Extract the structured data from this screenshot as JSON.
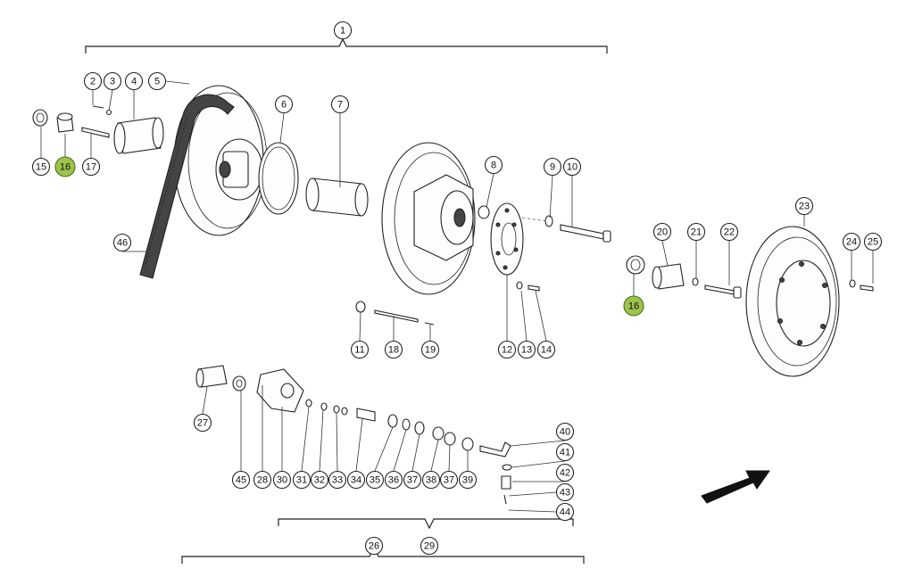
{
  "diagram": {
    "highlight_color": "#9cc44a",
    "callouts": [
      {
        "id": "c1",
        "label": "1",
        "highlight": false
      },
      {
        "id": "c2",
        "label": "2",
        "highlight": false
      },
      {
        "id": "c3",
        "label": "3",
        "highlight": false
      },
      {
        "id": "c4",
        "label": "4",
        "highlight": false
      },
      {
        "id": "c5",
        "label": "5",
        "highlight": false
      },
      {
        "id": "c6",
        "label": "6",
        "highlight": false
      },
      {
        "id": "c7",
        "label": "7",
        "highlight": false
      },
      {
        "id": "c8",
        "label": "8",
        "highlight": false
      },
      {
        "id": "c9",
        "label": "9",
        "highlight": false
      },
      {
        "id": "c10",
        "label": "10",
        "highlight": false
      },
      {
        "id": "c11",
        "label": "11",
        "highlight": false
      },
      {
        "id": "c12",
        "label": "12",
        "highlight": false
      },
      {
        "id": "c13",
        "label": "13",
        "highlight": false
      },
      {
        "id": "c14",
        "label": "14",
        "highlight": false
      },
      {
        "id": "c15",
        "label": "15",
        "highlight": false
      },
      {
        "id": "c16a",
        "label": "16",
        "highlight": true
      },
      {
        "id": "c16b",
        "label": "16",
        "highlight": true
      },
      {
        "id": "c17",
        "label": "17",
        "highlight": false
      },
      {
        "id": "c18",
        "label": "18",
        "highlight": false
      },
      {
        "id": "c19",
        "label": "19",
        "highlight": false
      },
      {
        "id": "c20",
        "label": "20",
        "highlight": false
      },
      {
        "id": "c21",
        "label": "21",
        "highlight": false
      },
      {
        "id": "c22",
        "label": "22",
        "highlight": false
      },
      {
        "id": "c23",
        "label": "23",
        "highlight": false
      },
      {
        "id": "c24",
        "label": "24",
        "highlight": false
      },
      {
        "id": "c25",
        "label": "25",
        "highlight": false
      },
      {
        "id": "c26",
        "label": "26",
        "highlight": false
      },
      {
        "id": "c27",
        "label": "27",
        "highlight": false
      },
      {
        "id": "c28",
        "label": "28",
        "highlight": false
      },
      {
        "id": "c29",
        "label": "29",
        "highlight": false
      },
      {
        "id": "c30",
        "label": "30",
        "highlight": false
      },
      {
        "id": "c31",
        "label": "31",
        "highlight": false
      },
      {
        "id": "c32",
        "label": "32",
        "highlight": false
      },
      {
        "id": "c33",
        "label": "33",
        "highlight": false
      },
      {
        "id": "c34",
        "label": "34",
        "highlight": false
      },
      {
        "id": "c35",
        "label": "35",
        "highlight": false
      },
      {
        "id": "c36",
        "label": "36",
        "highlight": false
      },
      {
        "id": "c37a",
        "label": "37",
        "highlight": false
      },
      {
        "id": "c38",
        "label": "38",
        "highlight": false
      },
      {
        "id": "c37b",
        "label": "37",
        "highlight": false
      },
      {
        "id": "c39",
        "label": "39",
        "highlight": false
      },
      {
        "id": "c40",
        "label": "40",
        "highlight": false
      },
      {
        "id": "c41",
        "label": "41",
        "highlight": false
      },
      {
        "id": "c42",
        "label": "42",
        "highlight": false
      },
      {
        "id": "c43",
        "label": "43",
        "highlight": false
      },
      {
        "id": "c44",
        "label": "44",
        "highlight": false
      },
      {
        "id": "c45",
        "label": "45",
        "highlight": false
      },
      {
        "id": "c46",
        "label": "46",
        "highlight": false
      }
    ]
  }
}
